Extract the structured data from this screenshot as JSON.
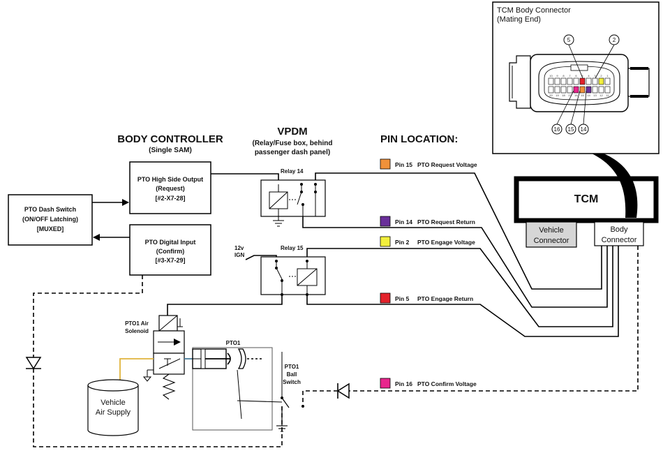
{
  "body_controller": {
    "title": "BODY CONTROLLER",
    "subtitle": "(Single SAM)",
    "output": {
      "line1": "PTO High Side Output",
      "line2": "(Request)",
      "line3": "[#2-X7-28]"
    },
    "input": {
      "line1": "PTO Digital Input",
      "line2": "(Confirm)",
      "line3": "[#3-X7-29]"
    }
  },
  "dash_switch": {
    "line1": "PTO Dash Switch",
    "line2": "(ON/OFF Latching)",
    "line3": "[MUXED]"
  },
  "vpdm": {
    "title": "VPDM",
    "subtitle1": "(Relay/Fuse box, behind",
    "subtitle2": "passenger dash panel)",
    "relay14": "Relay 14",
    "relay15": "Relay 15",
    "ign1": "12v",
    "ign2": "IGN"
  },
  "pin_location": {
    "title": "PIN LOCATION:",
    "pins": [
      {
        "pin": "Pin 15",
        "desc": "PTO Request Voltage",
        "color": "#f0913a"
      },
      {
        "pin": "Pin 14",
        "desc": "PTO Request Return",
        "color": "#6a2f9a"
      },
      {
        "pin": "Pin 2",
        "desc": "PTO Engage Voltage",
        "color": "#f2ef3c"
      },
      {
        "pin": "Pin 5",
        "desc": "PTO Engage Return",
        "color": "#e3222b"
      },
      {
        "pin": "Pin 16",
        "desc": "PTO Confirm Voltage",
        "color": "#e8268d"
      }
    ]
  },
  "tcm": {
    "title": "TCM",
    "vehicle_connector1": "Vehicle",
    "vehicle_connector2": "Connector",
    "body_connector1": "Body",
    "body_connector2": "Connector"
  },
  "connector_inset": {
    "title1": "TCM Body Connector",
    "title2": "(Mating End)",
    "callouts": [
      "5",
      "2",
      "16",
      "15",
      "14"
    ],
    "top_row_numbers": [
      "10",
      "9",
      "8",
      "7",
      "6",
      "5",
      "4",
      "3",
      "2",
      "1"
    ],
    "bottom_row_numbers": [
      "20",
      "19",
      "18",
      "17",
      "16",
      "15",
      "14",
      "13",
      "12",
      "11"
    ]
  },
  "pto": {
    "solenoid1": "PTO1 Air",
    "solenoid2": "Solenoid",
    "pto1": "PTO1",
    "ball1": "PTO1",
    "ball2": "Ball",
    "ball3": "Switch",
    "air1": "Vehicle",
    "air2": "Air Supply"
  }
}
